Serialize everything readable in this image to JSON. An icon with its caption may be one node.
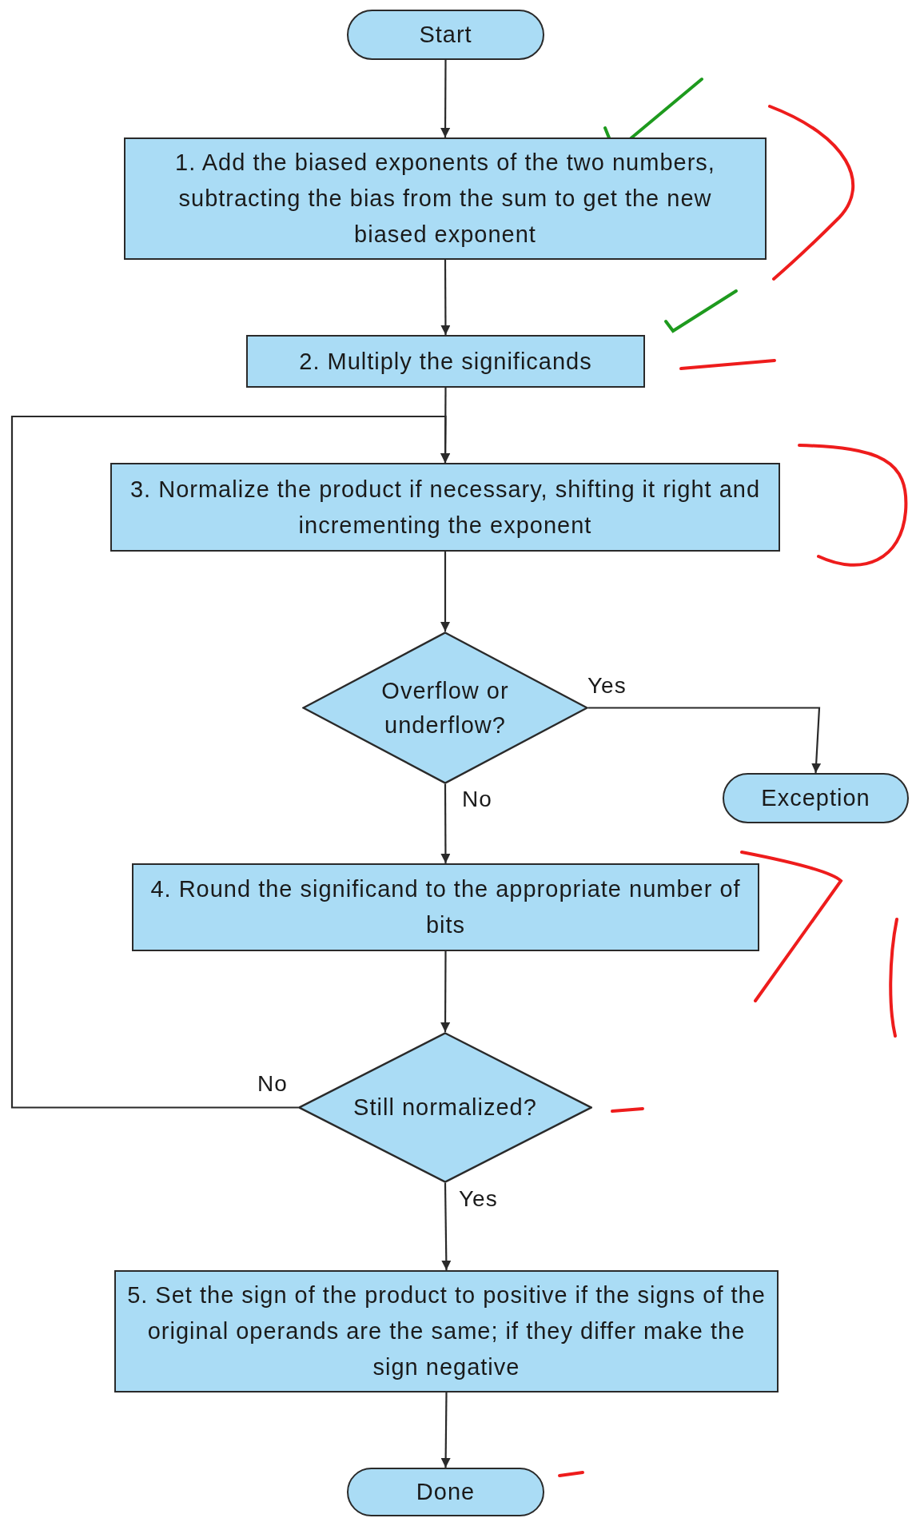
{
  "diagram": {
    "nodes": [
      {
        "text": [
          "Start"
        ]
      },
      {
        "text": [
          "1. Add the biased exponents of the two numbers, subtracting the bias from the sum to get the new biased exponent"
        ]
      },
      {
        "text": [
          "2. Multiply the significands"
        ]
      },
      {
        "text": [
          "3. Normalize the product if necessary, shifting it right and incrementing the exponent"
        ]
      },
      {
        "text": [
          "Overflow or underflow?"
        ]
      },
      {
        "text": [
          "Exception"
        ]
      },
      {
        "text": [
          "4. Round the significand to the appropriate number of bits"
        ]
      },
      {
        "text": [
          "Still normalized?"
        ]
      },
      {
        "text": [
          "5. Set the sign of the product to positive if the signs of the original operands are the same; if they differ make the sign negative"
        ]
      },
      {
        "text": [
          "Done"
        ]
      }
    ],
    "edges": [
      {
        "from": 0,
        "to": 1,
        "arrow": "to"
      },
      {
        "from": 1,
        "to": 2,
        "arrow": "to"
      },
      {
        "from": 2,
        "to": 3,
        "arrow": "to"
      },
      {
        "from": 3,
        "to": 4,
        "arrow": "to"
      },
      {
        "from": 4,
        "to": 5,
        "arrow": "to",
        "label": "Yes"
      },
      {
        "from": 4,
        "to": 6,
        "arrow": "to",
        "label": "No"
      },
      {
        "from": 6,
        "to": 7,
        "arrow": "to"
      },
      {
        "from": 7,
        "to": 3,
        "arrow": "to",
        "label": "No"
      },
      {
        "from": 7,
        "to": 8,
        "arrow": "to",
        "label": "Yes"
      },
      {
        "from": 8,
        "to": 9,
        "arrow": "to"
      }
    ]
  }
}
